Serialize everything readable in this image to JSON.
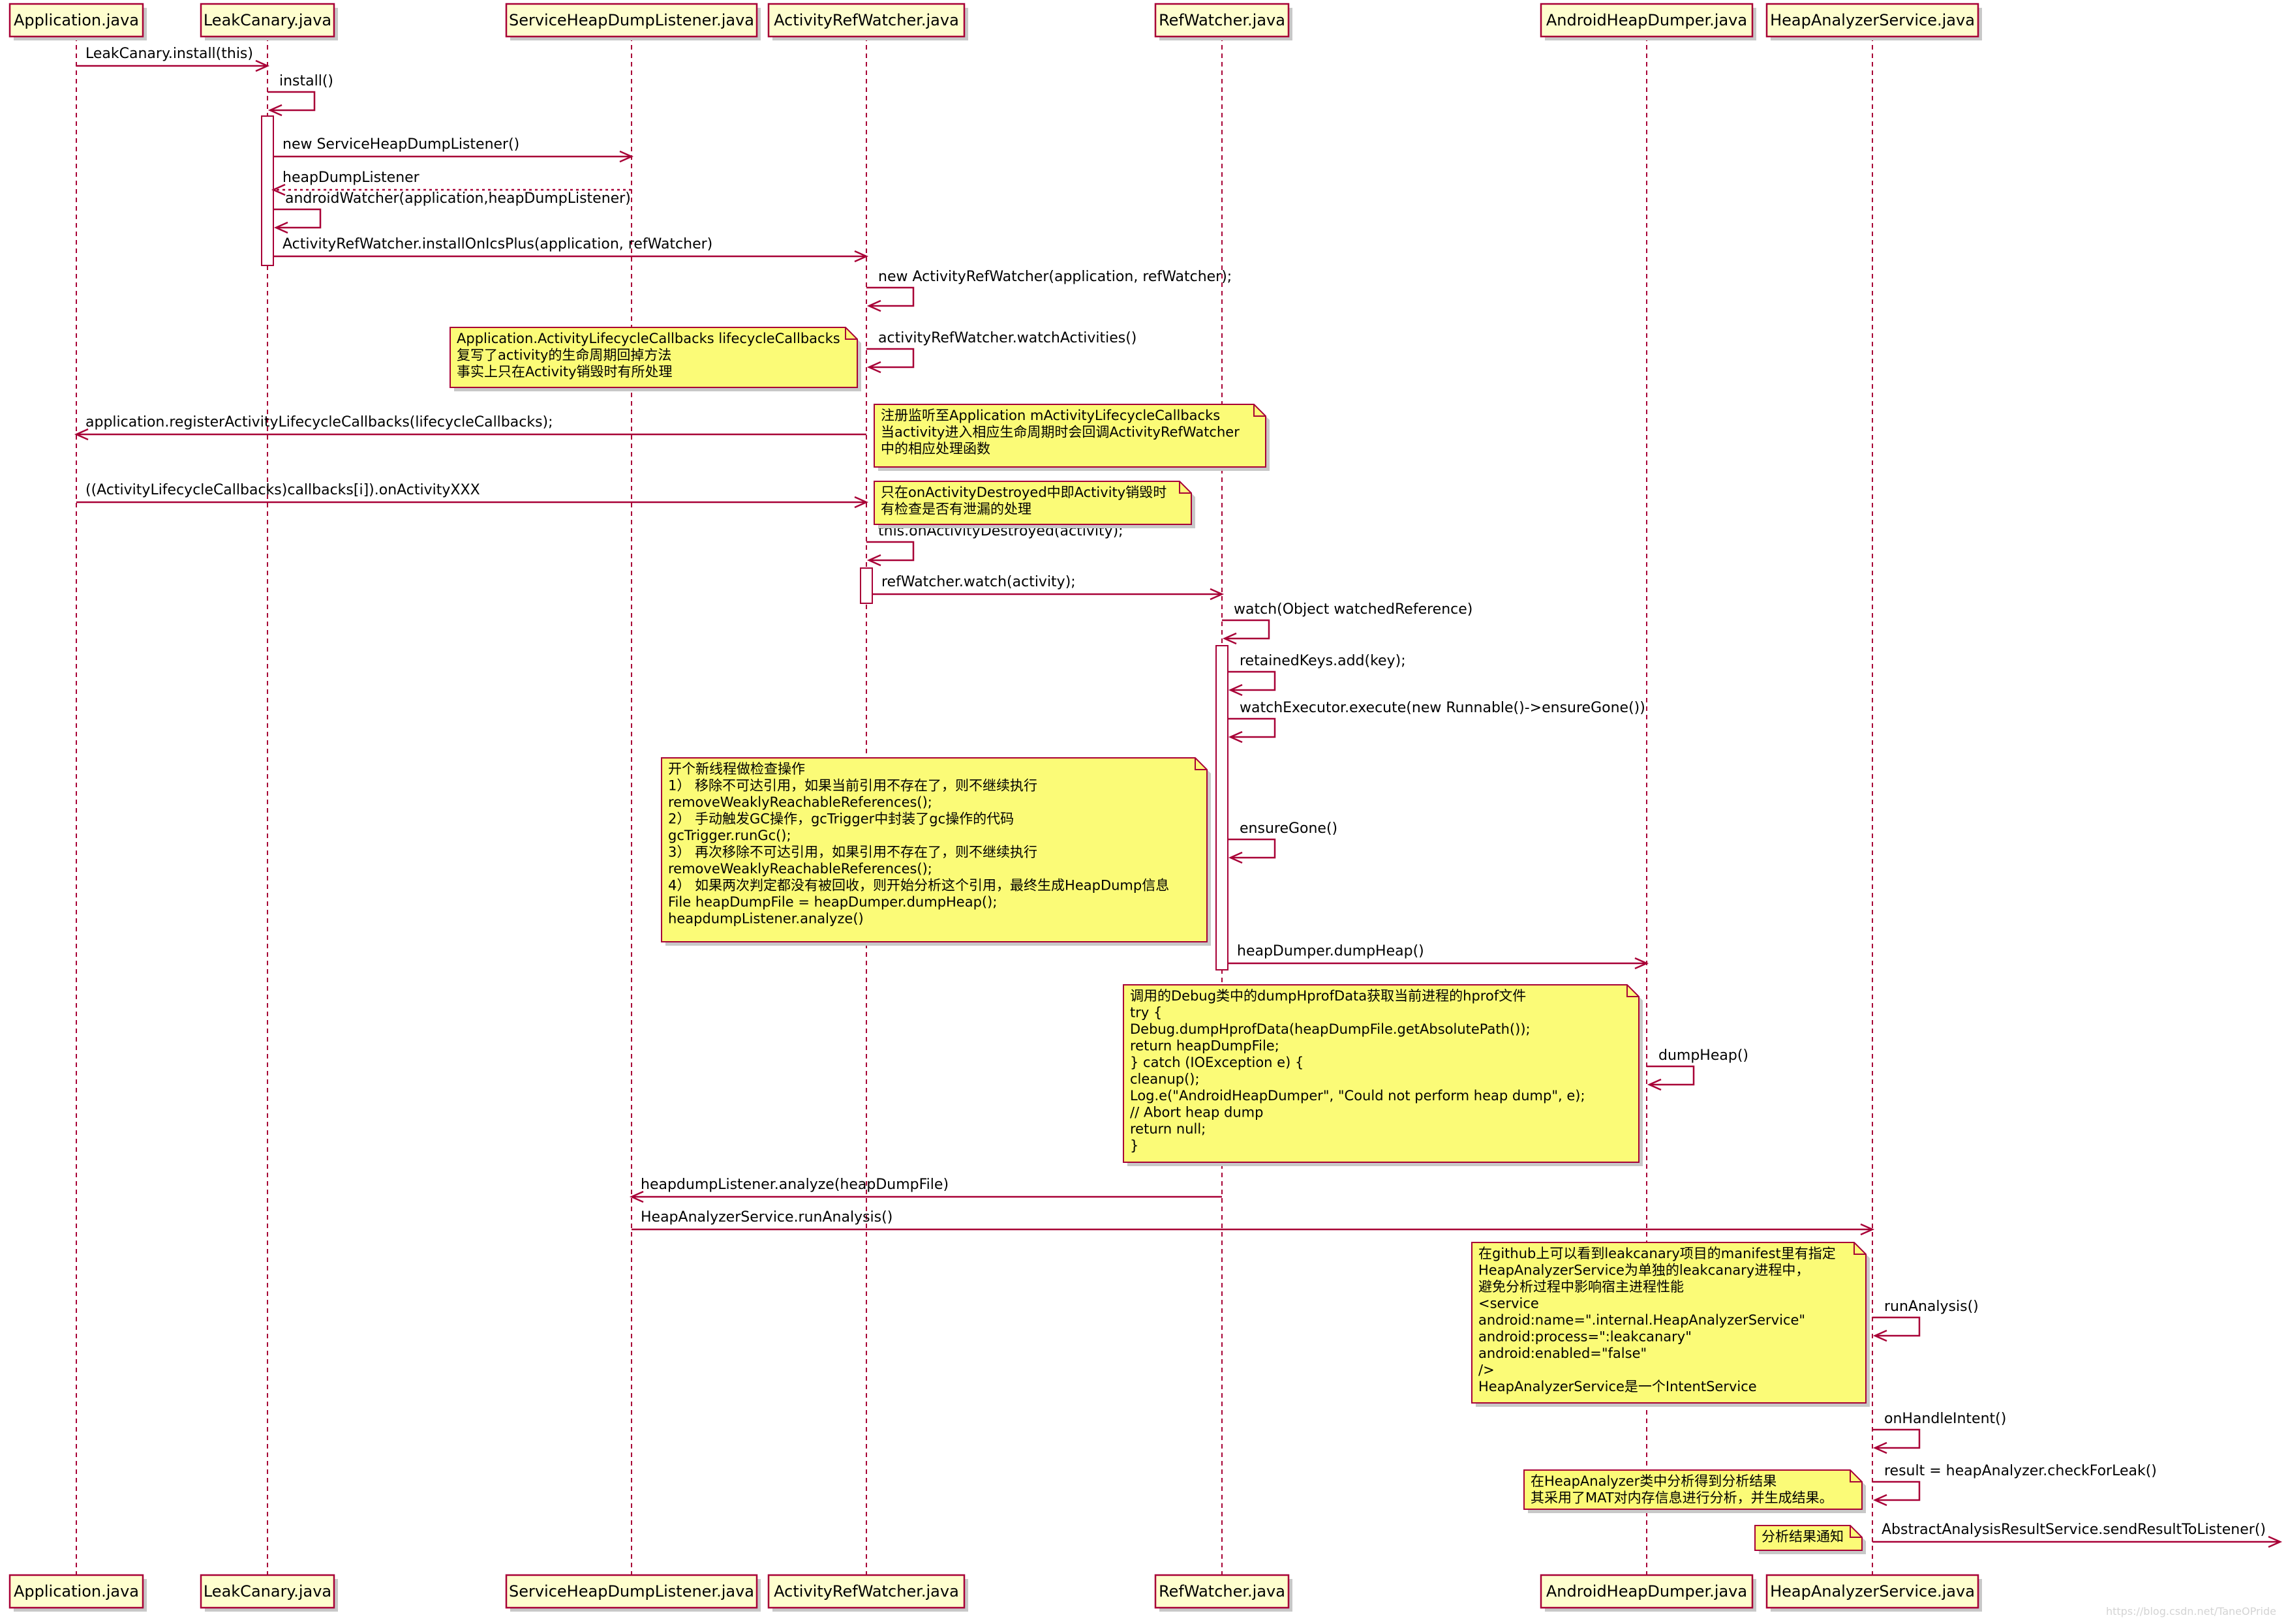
{
  "colors": {
    "participant_fill": "#FEFECE",
    "line": "#A80036",
    "note_fill": "#FBFB77",
    "activation_fill": "#FFFFFF"
  },
  "participants": [
    {
      "id": "app",
      "label": "Application.java"
    },
    {
      "id": "lc",
      "label": "LeakCanary.java"
    },
    {
      "id": "shdl",
      "label": "ServiceHeapDumpListener.java"
    },
    {
      "id": "arw",
      "label": "ActivityRefWatcher.java"
    },
    {
      "id": "rw",
      "label": "RefWatcher.java"
    },
    {
      "id": "ahd",
      "label": "AndroidHeapDumper.java"
    },
    {
      "id": "has",
      "label": "HeapAnalyzerService.java"
    }
  ],
  "messages": [
    {
      "from": "app",
      "to": "lc",
      "label": "LeakCanary.install(this)",
      "style": "solid"
    },
    {
      "from": "lc",
      "to": "lc",
      "label": "install()",
      "style": "self"
    },
    {
      "from": "lc",
      "to": "shdl",
      "label": "new ServiceHeapDumpListener()",
      "style": "solid"
    },
    {
      "from": "shdl",
      "to": "lc",
      "label": "heapDumpListener",
      "style": "dotted"
    },
    {
      "from": "lc",
      "to": "lc",
      "label": "androidWatcher(application,heapDumpListener)",
      "style": "self"
    },
    {
      "from": "lc",
      "to": "arw",
      "label": "ActivityRefWatcher.installOnIcsPlus(application, refWatcher)",
      "style": "solid"
    },
    {
      "from": "arw",
      "to": "arw",
      "label": "new ActivityRefWatcher(application, refWatcher);",
      "style": "self"
    },
    {
      "from": "arw",
      "to": "arw",
      "label": "activityRefWatcher.watchActivities()",
      "style": "self"
    },
    {
      "from": "arw",
      "to": "app",
      "label": "application.registerActivityLifecycleCallbacks(lifecycleCallbacks);",
      "style": "solid"
    },
    {
      "from": "app",
      "to": "arw",
      "label": "((ActivityLifecycleCallbacks)callbacks[i]).onActivityXXX",
      "style": "solid"
    },
    {
      "from": "arw",
      "to": "arw",
      "label": "this.onActivityDestroyed(activity);",
      "style": "self"
    },
    {
      "from": "arw",
      "to": "rw",
      "label": "refWatcher.watch(activity);",
      "style": "solid"
    },
    {
      "from": "rw",
      "to": "rw",
      "label": "watch(Object watchedReference)",
      "style": "self"
    },
    {
      "from": "rw",
      "to": "rw",
      "label": "retainedKeys.add(key);",
      "style": "self"
    },
    {
      "from": "rw",
      "to": "rw",
      "label": "watchExecutor.execute(new Runnable()->ensureGone())",
      "style": "self"
    },
    {
      "from": "rw",
      "to": "rw",
      "label": "ensureGone()",
      "style": "self"
    },
    {
      "from": "rw",
      "to": "ahd",
      "label": "heapDumper.dumpHeap()",
      "style": "solid"
    },
    {
      "from": "ahd",
      "to": "ahd",
      "label": "dumpHeap()",
      "style": "self"
    },
    {
      "from": "rw",
      "to": "shdl",
      "label": "heapdumpListener.analyze(heapDumpFile)",
      "style": "solid"
    },
    {
      "from": "shdl",
      "to": "has",
      "label": "HeapAnalyzerService.runAnalysis()",
      "style": "solid"
    },
    {
      "from": "has",
      "to": "has",
      "label": "runAnalysis()",
      "style": "self"
    },
    {
      "from": "has",
      "to": "has",
      "label": "onHandleIntent()",
      "style": "self"
    },
    {
      "from": "has",
      "to": "has",
      "label": "result = heapAnalyzer.checkForLeak()",
      "style": "self"
    },
    {
      "from": "has",
      "to": "out",
      "label": "AbstractAnalysisResultService.sendResultToListener()",
      "style": "solid"
    }
  ],
  "notes": [
    {
      "lines": [
        "Application.ActivityLifecycleCallbacks lifecycleCallbacks",
        "复写了activity的生命周期回掉方法",
        "事实上只在Activity销毁时有所处理"
      ]
    },
    {
      "lines": [
        "注册监听至Application mActivityLifecycleCallbacks",
        "当activity进入相应生命周期时会回调ActivityRefWatcher",
        "中的相应处理函数"
      ]
    },
    {
      "lines": [
        "只在onActivityDestroyed中即Activity销毁时",
        "有检查是否有泄漏的处理"
      ]
    },
    {
      "lines": [
        "开个新线程做检查操作",
        "1） 移除不可达引用，如果当前引用不存在了，则不继续执行",
        "removeWeaklyReachableReferences();",
        "2） 手动触发GC操作，gcTrigger中封装了gc操作的代码",
        "gcTrigger.runGc();",
        "3） 再次移除不可达引用，如果引用不存在了，则不继续执行",
        "removeWeaklyReachableReferences();",
        "4） 如果两次判定都没有被回收，则开始分析这个引用，最终生成HeapDump信息",
        "File heapDumpFile = heapDumper.dumpHeap();",
        "heapdumpListener.analyze()"
      ]
    },
    {
      "lines": [
        "调用的Debug类中的dumpHprofData获取当前进程的hprof文件",
        " try {",
        "      Debug.dumpHprofData(heapDumpFile.getAbsolutePath());",
        "      return heapDumpFile;",
        " } catch (IOException e) {",
        "      cleanup();",
        "      Log.e(\"AndroidHeapDumper\", \"Could not perform heap dump\", e);",
        "      // Abort heap dump",
        "      return null;",
        " }"
      ]
    },
    {
      "lines": [
        "在github上可以看到leakcanary项目的manifest里有指定",
        "HeapAnalyzerService为单独的leakcanary进程中，",
        "避免分析过程中影响宿主进程性能",
        "<service",
        "    android:name=\".internal.HeapAnalyzerService\"",
        "    android:process=\":leakcanary\"",
        "    android:enabled=\"false\"",
        "/>",
        "HeapAnalyzerService是一个IntentService"
      ]
    },
    {
      "lines": [
        "在HeapAnalyzer类中分析得到分析结果",
        "其采用了MAT对内存信息进行分析，并生成结果。"
      ]
    },
    {
      "lines": [
        "分析结果通知"
      ]
    }
  ],
  "watermark": "https://blog.csdn.net/TaneOPride"
}
